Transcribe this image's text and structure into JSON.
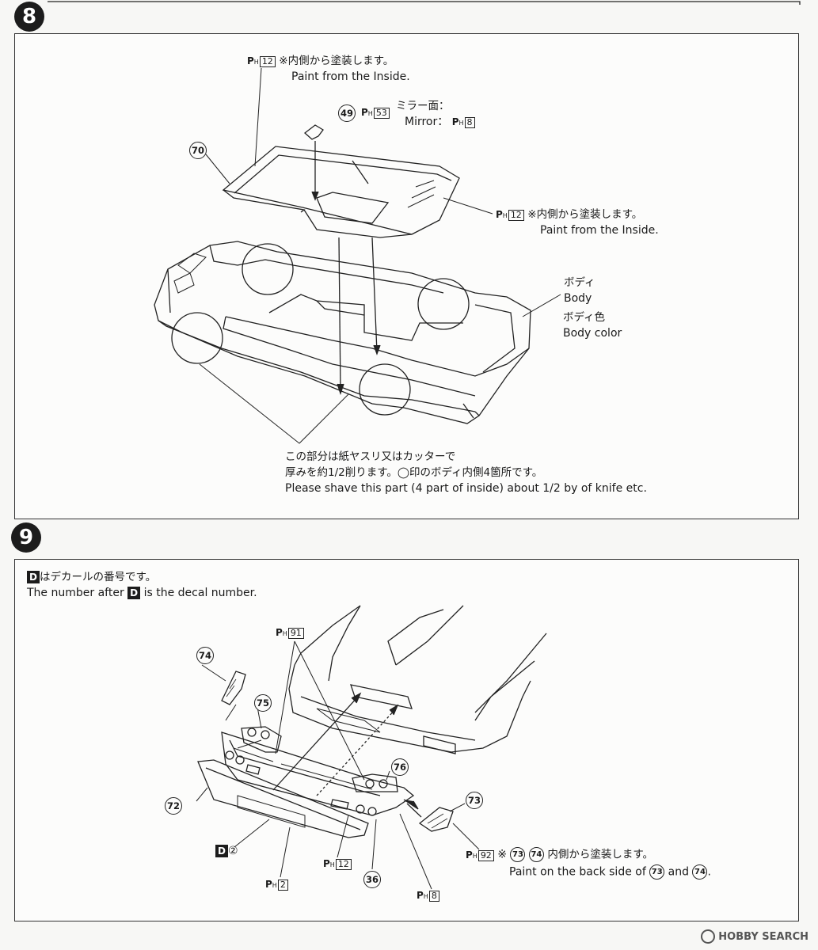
{
  "step8": {
    "number": "8",
    "paint_top": {
      "code": "12",
      "jp": "※内側から塗装します。",
      "en": "Paint from the Inside."
    },
    "part49": {
      "num": "49",
      "code": "53"
    },
    "mirror": {
      "jp": "ミラー面：",
      "en": "Mirror：",
      "code": "8"
    },
    "part70": "70",
    "paint_right": {
      "code": "12",
      "jp": "※内側から塗装します。",
      "en": "Paint from the Inside."
    },
    "body": {
      "jp": "ボディ",
      "en": "Body",
      "color_jp": "ボディ色",
      "color_en": "Body color"
    },
    "shave": {
      "jp1": "この部分は紙ヤスリ又はカッターで",
      "jp2": "厚みを約1/2削ります。◯印のボディ内側4箇所です。",
      "en": "Please shave this part (4 part of inside) about 1/2 by of knife etc."
    }
  },
  "step9": {
    "number": "9",
    "decal_note_jp": "はデカールの番号です。",
    "decal_note_en_a": "The number after",
    "decal_note_en_b": "is the decal number.",
    "decal_letter": "D",
    "parts": {
      "p74": "74",
      "p75": "75",
      "p76": "76",
      "p73": "73",
      "p72": "72",
      "p36": "36"
    },
    "codes": {
      "c91": "91",
      "c12": "12",
      "c2": "2",
      "c8": "8",
      "c92": "92"
    },
    "decal2": "②",
    "paint_back_jp": "内側から塗装します。",
    "paint_back_en_a": "Paint on the back side of",
    "paint_back_en_b": "and",
    "paint_back_en_c": "."
  },
  "icons": {
    "p_label": "P",
    "h_label": "H",
    "mark": "※"
  },
  "watermark": "HOBBY SEARCH"
}
